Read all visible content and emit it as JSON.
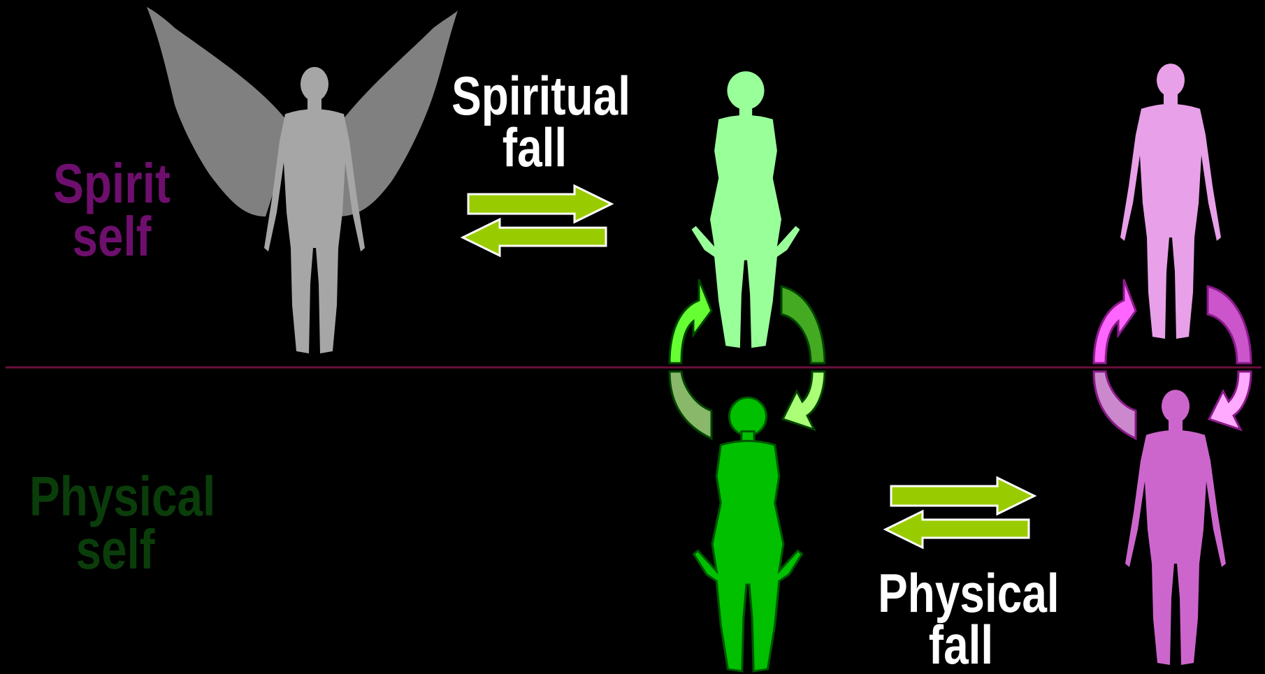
{
  "labels": {
    "spirit_self": [
      "Spirit",
      "self"
    ],
    "physical_self": [
      "Physical",
      "self"
    ],
    "spiritual_fall": [
      "Spiritual",
      "fall"
    ],
    "physical_fall": [
      "Physical",
      "fall"
    ]
  },
  "colors": {
    "background": "#000000",
    "divider": "#6b0f3d",
    "spirit_label": "#6e0f6e",
    "physical_label": "#0a3d0a",
    "fall_label": "#ffffff",
    "exchange_arrows": "#99cc00",
    "angel_figure": "#a6a6a6",
    "angel_wings": "#808080",
    "green_spirit_figure": "#99ff99",
    "green_physical_figure": "#00c000",
    "pink_spirit_figure": "#e8a0e8",
    "pink_physical_figure": "#cc66cc",
    "green_cycle_arrows": [
      "#66ff33",
      "#44aa22",
      "#99dd66",
      "#aaff77"
    ],
    "pink_cycle_arrows": [
      "#ff66ff",
      "#cc55cc",
      "#cc88cc",
      "#ffaaff"
    ]
  },
  "icons": {
    "angel": "winged-human-silhouette",
    "green_spirit": "female-silhouette",
    "green_physical": "female-silhouette",
    "pink_spirit": "male-silhouette",
    "pink_physical": "male-silhouette",
    "exchange": "bidirectional-arrows",
    "cycle": "circular-arrows"
  }
}
